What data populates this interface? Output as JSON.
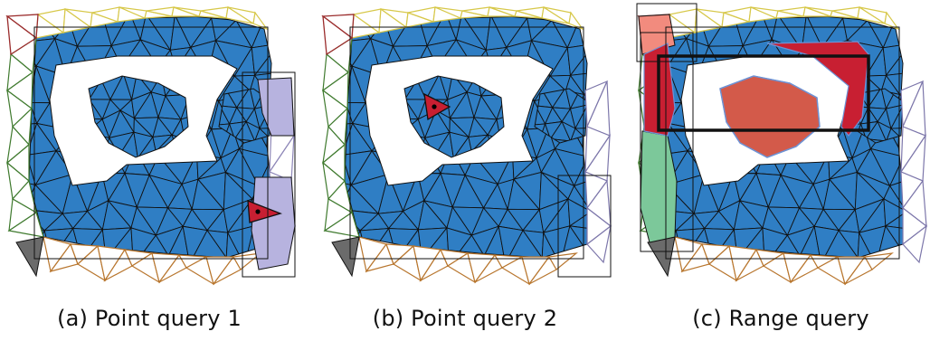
{
  "colors": {
    "interior": "#2f7ec4",
    "edge": "#111111",
    "boundary_top": "#d7c84a",
    "boundary_left": "#3f7a2e",
    "boundary_bottom": "#b8762e",
    "boundary_right": "#8d86b7",
    "corner_topleft": "#9a2b2b",
    "corner_bottomleft": "#6b6b6b",
    "query_hit": "#c81f32",
    "right_strip_fill": "#b7b3df",
    "left_strip_fill": "#7cc89a",
    "topleft_block_fill": "#f28b7e",
    "range_hit_fill": "#d35a4a",
    "range_hit_edge": "#6d93d6",
    "box": "#111111"
  },
  "panels": [
    {
      "id": "a",
      "caption": "(a) Point query 1"
    },
    {
      "id": "b",
      "caption": "(b) Point query 2"
    },
    {
      "id": "c",
      "caption": "(c) Range query"
    }
  ]
}
